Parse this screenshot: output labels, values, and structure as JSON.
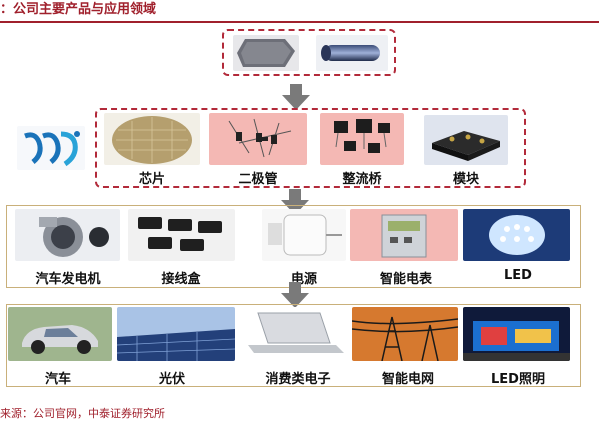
{
  "title": "：公司主要产品与应用领域",
  "logo_icon": "yj-logo-icon",
  "products": [
    {
      "label": "芯片",
      "icon": "wafer-icon"
    },
    {
      "label": "二极管",
      "icon": "diode-icon"
    },
    {
      "label": "整流桥",
      "icon": "rectifier-bridge-icon"
    },
    {
      "label": "模块",
      "icon": "power-module-icon"
    }
  ],
  "devices": [
    {
      "label": "汽车发电机",
      "icon": "alternator-icon"
    },
    {
      "label": "接线盒",
      "icon": "junction-box-icon"
    },
    {
      "label": "电源",
      "icon": "power-adapter-icon"
    },
    {
      "label": "智能电表",
      "icon": "smart-meter-icon"
    },
    {
      "label": "LED",
      "icon": "led-bulb-icon"
    }
  ],
  "applications": [
    {
      "label": "汽车",
      "icon": "car-icon"
    },
    {
      "label": "光伏",
      "icon": "solar-panel-icon"
    },
    {
      "label": "消费类电子",
      "icon": "laptop-icon"
    },
    {
      "label": "智能电网",
      "icon": "power-grid-icon"
    },
    {
      "label": "LED照明",
      "icon": "led-screen-icon"
    }
  ],
  "source": "来源：公司官网，中泰证券研究所",
  "colors": {
    "accent": "#a0202c",
    "dashed": "#b22a3a",
    "frame": "#c9b07a",
    "arrow": "#7a7a7a"
  }
}
